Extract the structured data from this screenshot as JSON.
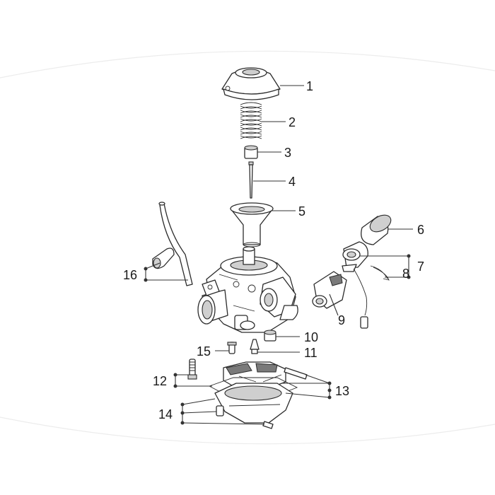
{
  "diagram": {
    "callouts": [
      {
        "id": "1",
        "text": "1"
      },
      {
        "id": "2",
        "text": "2"
      },
      {
        "id": "3",
        "text": "3"
      },
      {
        "id": "4",
        "text": "4"
      },
      {
        "id": "5",
        "text": "5"
      },
      {
        "id": "6",
        "text": "6"
      },
      {
        "id": "7",
        "text": "7"
      },
      {
        "id": "8",
        "text": "8"
      },
      {
        "id": "9",
        "text": "9"
      },
      {
        "id": "10",
        "text": "10"
      },
      {
        "id": "11",
        "text": "11"
      },
      {
        "id": "12",
        "text": "12"
      },
      {
        "id": "13",
        "text": "13"
      },
      {
        "id": "14",
        "text": "14"
      },
      {
        "id": "15",
        "text": "15"
      },
      {
        "id": "16",
        "text": "16"
      }
    ],
    "colors": {
      "line": "#2b2b2b",
      "shade": "#cfcfcf",
      "background": "#ffffff"
    }
  }
}
